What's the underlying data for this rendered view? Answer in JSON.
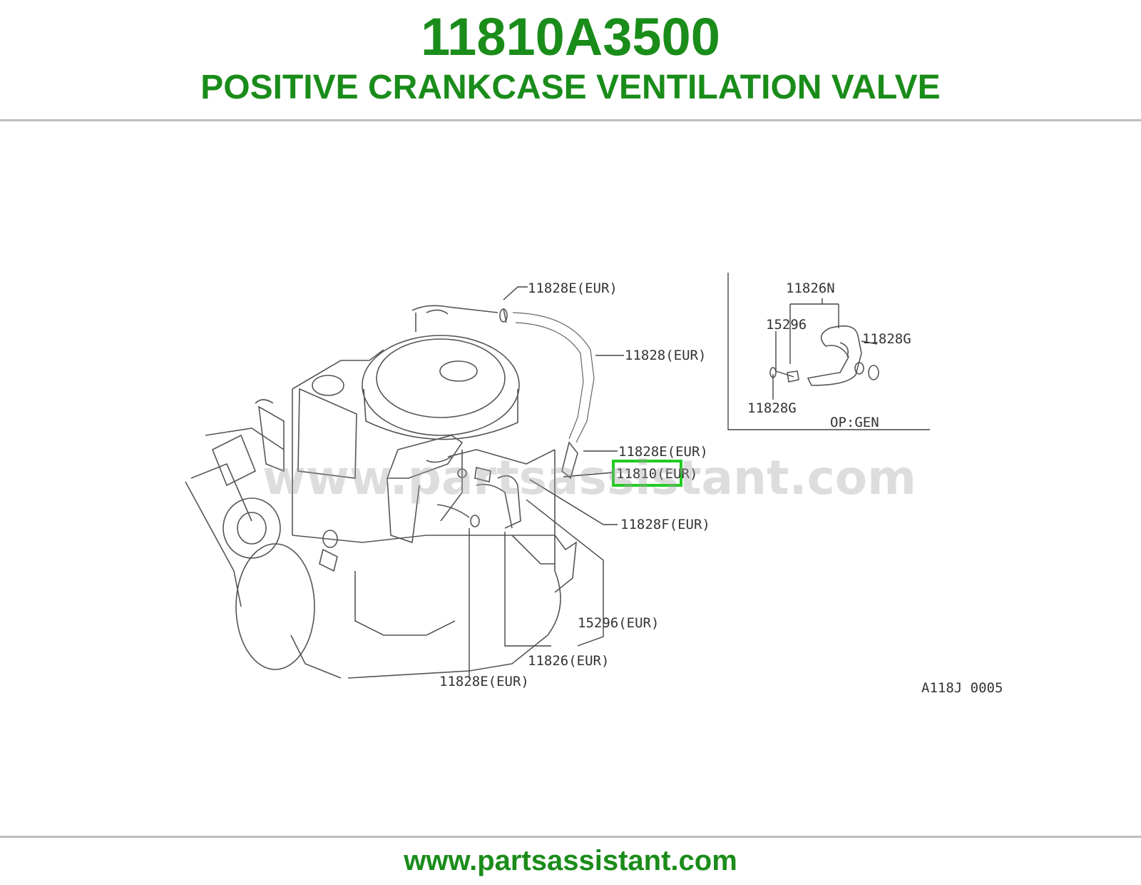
{
  "header": {
    "part_number": "11810A3500",
    "part_name": "POSITIVE CRANKCASE VENTILATION VALVE"
  },
  "diagram": {
    "callouts": {
      "c_11828e_top": "11828E(EUR)",
      "c_11828": "11828(EUR)",
      "c_11828e_mid": "11828E(EUR)",
      "c_11810": "11810(EUR)",
      "c_11828f": "11828F(EUR)",
      "c_15296": "15296(EUR)",
      "c_11826": "11826(EUR)",
      "c_11828e_bottom": "11828E(EUR)"
    },
    "inset": {
      "c_11826n": "11826N",
      "c_15296": "15296",
      "c_11828g_right": "11828G",
      "c_11828g_left": "11828G",
      "option_label": "OP:GEN"
    },
    "reference_code": "A118J 0005",
    "watermark": "www.partsassistant.com",
    "highlight_color": "#22cc22"
  },
  "footer": {
    "url": "www.partsassistant.com"
  }
}
